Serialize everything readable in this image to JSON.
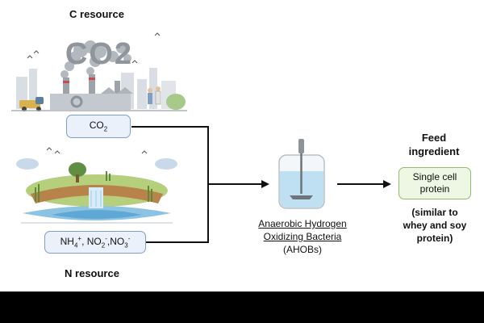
{
  "c_resource": {
    "heading": "C resource",
    "image_text": "CO2",
    "box_main": "CO",
    "box_sub": "2"
  },
  "n_resource": {
    "heading": "N resource",
    "box_parts": [
      {
        "t": "NH",
        "k": "n"
      },
      {
        "t": "4",
        "k": "sub"
      },
      {
        "t": "+",
        "k": "sup"
      },
      {
        "t": ", NO",
        "k": "n"
      },
      {
        "t": "2",
        "k": "sub"
      },
      {
        "t": "-",
        "k": "sup"
      },
      {
        "t": ",NO",
        "k": "n"
      },
      {
        "t": "3",
        "k": "sub"
      },
      {
        "t": "-",
        "k": "sup"
      }
    ]
  },
  "bacteria": {
    "line1": "Anaerobic Hydrogen",
    "line2": "Oxidizing Bacteria",
    "line3": "(AHOBs)"
  },
  "feed": {
    "heading_line1": "Feed",
    "heading_line2": "ingredient",
    "box_line1": "Single cell",
    "box_line2": "protein",
    "note_line1": "(similar to",
    "note_line2": "whey and soy",
    "note_line3": "protein)"
  },
  "colors": {
    "box_border": "#7f9fc9",
    "box_fill": "#eaf1fb",
    "green_border": "#8fbd6a",
    "green_fill": "#eef7e4",
    "liquid": "#bfe0f2",
    "arrow": "#111111"
  }
}
